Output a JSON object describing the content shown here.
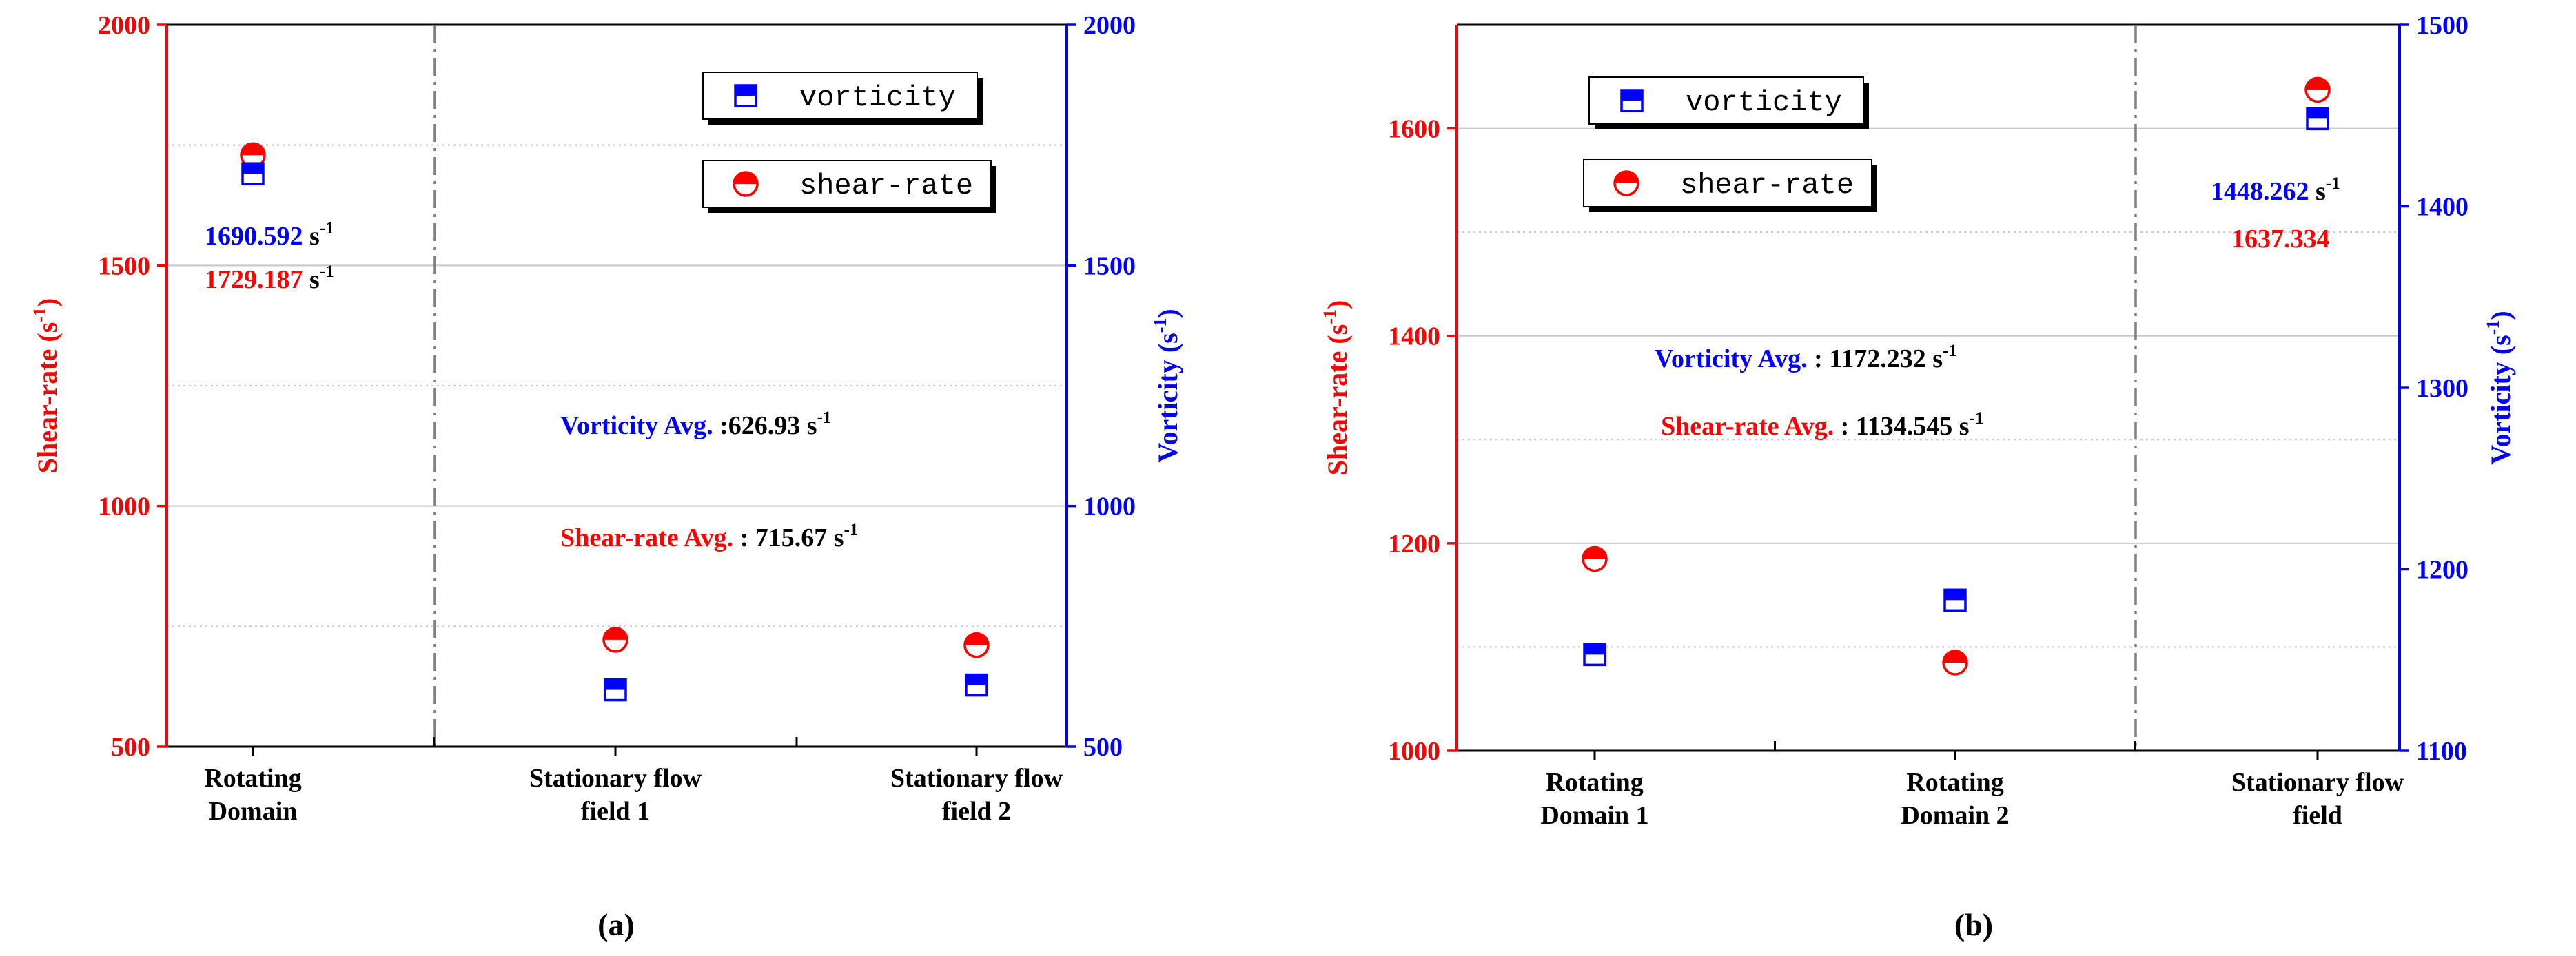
{
  "colors": {
    "shear": "#ff0000",
    "vorticity": "#0000ff",
    "text": "#000000",
    "grid": "#c8c8c8",
    "divider": "#7f7f7f"
  },
  "chart_data": [
    {
      "type": "scatter",
      "label": "(a)",
      "categories": [
        "Rotating\nDomain",
        "Stationary flow\nfield 1",
        "Stationary flow\nfield 2"
      ],
      "ylabel_left": "Shear-rate (s-1)",
      "ylabel_right": "Vorticity (s-1)",
      "ylim_left": [
        500,
        2000
      ],
      "ylim_right": [
        500,
        2000
      ],
      "yticks_left": [
        500,
        1000,
        1500,
        2000
      ],
      "yticks_right": [
        500,
        1000,
        1500,
        2000
      ],
      "grid": "horizontal major (solid) and minor (dotted)",
      "divider_after_category": 1,
      "legend_placement": "top-right",
      "series": [
        {
          "name": "shear-rate",
          "axis": "left",
          "marker": "half-circle",
          "values": [
            1729.187,
            722,
            711
          ]
        },
        {
          "name": "vorticity",
          "axis": "right",
          "marker": "half-square",
          "values": [
            1690.592,
            618,
            628
          ]
        }
      ],
      "annotations": [
        {
          "text": "1690.592",
          "unit": "s-1",
          "color": "vorticity"
        },
        {
          "text": "1729.187",
          "unit": "s-1",
          "color": "shear"
        },
        {
          "label": "Vorticity Avg.",
          "value": " :626.93 s",
          "sup": "-1"
        },
        {
          "label": "Shear-rate Avg.",
          "value": " : 715.67 s",
          "sup": "-1"
        }
      ]
    },
    {
      "type": "scatter",
      "label": "(b)",
      "categories": [
        "Rotating\nDomain 1",
        "Rotating\nDomain 2",
        "Stationary flow\nfield"
      ],
      "ylabel_left": "Shear-rate (s-1)",
      "ylabel_right": "Vorticity (s-1)",
      "ylim_left": [
        1000,
        1700
      ],
      "ylim_right": [
        1100,
        1500
      ],
      "yticks_left": [
        1000,
        1200,
        1400,
        1600
      ],
      "yticks_right": [
        1100,
        1200,
        1300,
        1400,
        1500
      ],
      "grid": "horizontal major (solid) and minor (dotted)",
      "divider_after_category": 2,
      "legend_placement": "top-left",
      "series": [
        {
          "name": "shear-rate",
          "axis": "left",
          "marker": "half-circle",
          "values": [
            1185,
            1085,
            1637.334
          ]
        },
        {
          "name": "vorticity",
          "axis": "right",
          "marker": "half-square",
          "values": [
            1153,
            1183,
            1448.262
          ]
        }
      ],
      "annotations": [
        {
          "text": "1448.262",
          "unit": "s-1",
          "color": "vorticity"
        },
        {
          "text": "1637.334",
          "unit": "",
          "color": "shear"
        },
        {
          "label": "Vorticity Avg.",
          "value": " : 1172.232 s",
          "sup": "-1"
        },
        {
          "label": "Shear-rate Avg.",
          "value": " : 1134.545 s",
          "sup": "-1"
        }
      ]
    }
  ]
}
